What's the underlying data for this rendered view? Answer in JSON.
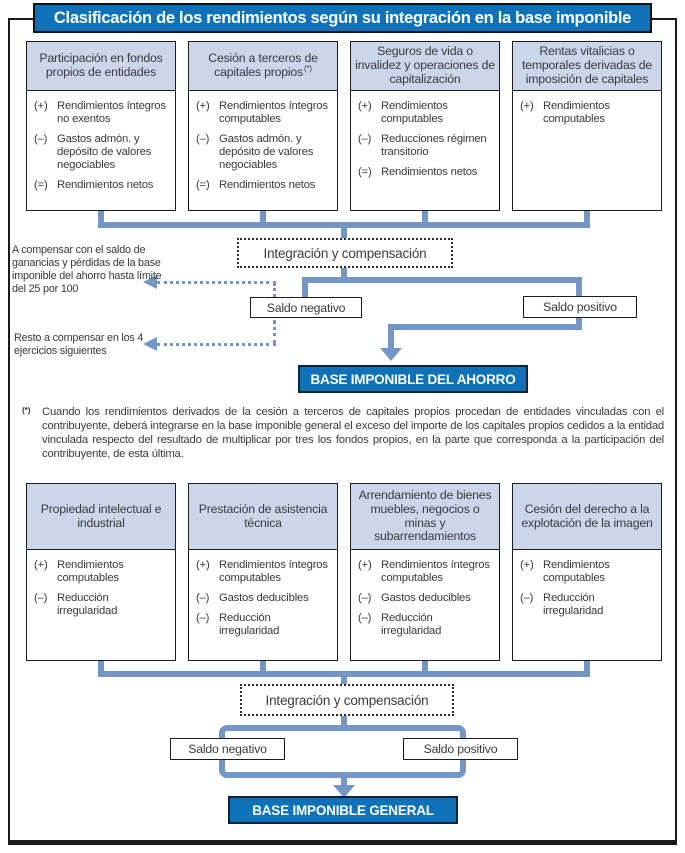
{
  "colors": {
    "primary_blue": "#0f72b8",
    "connector_blue": "#7496c7",
    "header_fill": "#ccd6ea"
  },
  "title": "Clasificación de los rendimientos según su integración en la base imponible",
  "savings": {
    "boxes": [
      {
        "header": "Participación en fondos propios de entidades",
        "items": [
          {
            "sign": "(+)",
            "text": "Rendimientos íntegros no exentos"
          },
          {
            "sign": "(–)",
            "text": "Gastos admón. y depósito de valores negociables"
          },
          {
            "sign": "(=)",
            "text": "Rendimientos netos"
          }
        ]
      },
      {
        "header": "Cesión a terceros de capitales propios",
        "header_sup": "(*)",
        "items": [
          {
            "sign": "(+)",
            "text": "Rendimientos íntegros computables"
          },
          {
            "sign": "(–)",
            "text": "Gastos admón. y depósito de valores negociables"
          },
          {
            "sign": "(=)",
            "text": "Rendimientos netos"
          }
        ]
      },
      {
        "header": "Seguros de vida o invalidez y operaciones de capitalización",
        "items": [
          {
            "sign": "(+)",
            "text": "Rendimientos computables"
          },
          {
            "sign": "(–)",
            "text": "Reducciones régimen transitorio"
          },
          {
            "sign": "(=)",
            "text": "Rendimientos netos"
          }
        ]
      },
      {
        "header": "Rentas vitalicias o temporales derivadas de imposición de capitales",
        "items": [
          {
            "sign": "(+)",
            "text": "Rendimientos computables"
          }
        ]
      }
    ],
    "integration_label": "Integración y compensación",
    "negative_label": "Saldo negativo",
    "positive_label": "Saldo positivo",
    "result_label": "BASE IMPONIBLE DEL AHORRO",
    "annotations": [
      "A compensar con el saldo de ganancias y pérdidas de la base imponible del ahorro hasta límite del 25 por 100",
      "Resto a compensar en los 4 ejercicios siguientes"
    ]
  },
  "footnote": {
    "marker": "(*)",
    "text": "Cuando los rendimientos derivados de la cesión a terceros de capitales propios procedan de entidades vinculadas con el contribuyente, deberá integrarse en la base imponible general el exceso del importe de los capitales propios cedidos a la entidad vinculada respecto del resultado de multiplicar por tres los fondos propios, en la parte que corresponda a la participación del contribuyente, de esta última."
  },
  "general": {
    "boxes": [
      {
        "header": "Propiedad intelectual e industrial",
        "items": [
          {
            "sign": "(+)",
            "text": "Rendimientos computables"
          },
          {
            "sign": "(–)",
            "text": "Reducción irregularidad"
          }
        ]
      },
      {
        "header": "Prestación de asistencia técnica",
        "items": [
          {
            "sign": "(+)",
            "text": "Rendimientos íntegros computables"
          },
          {
            "sign": "(–)",
            "text": "Gastos deducibles"
          },
          {
            "sign": "(–)",
            "text": "Reducción irregularidad"
          }
        ]
      },
      {
        "header": "Arrendamiento de bienes muebles, negocios o minas y subarrendamientos",
        "items": [
          {
            "sign": "(+)",
            "text": "Rendimientos íntegros computables"
          },
          {
            "sign": "(–)",
            "text": "Gastos deducibles"
          },
          {
            "sign": "(–)",
            "text": "Reducción irregularidad"
          }
        ]
      },
      {
        "header": "Cesión del derecho a la explotación de la imagen",
        "items": [
          {
            "sign": "(+)",
            "text": "Rendimientos computables"
          },
          {
            "sign": "(–)",
            "text": "Reducción irregularidad"
          }
        ]
      }
    ],
    "integration_label": "Integración y compensación",
    "negative_label": "Saldo negativo",
    "positive_label": "Saldo positivo",
    "result_label": "BASE IMPONIBLE GENERAL"
  }
}
